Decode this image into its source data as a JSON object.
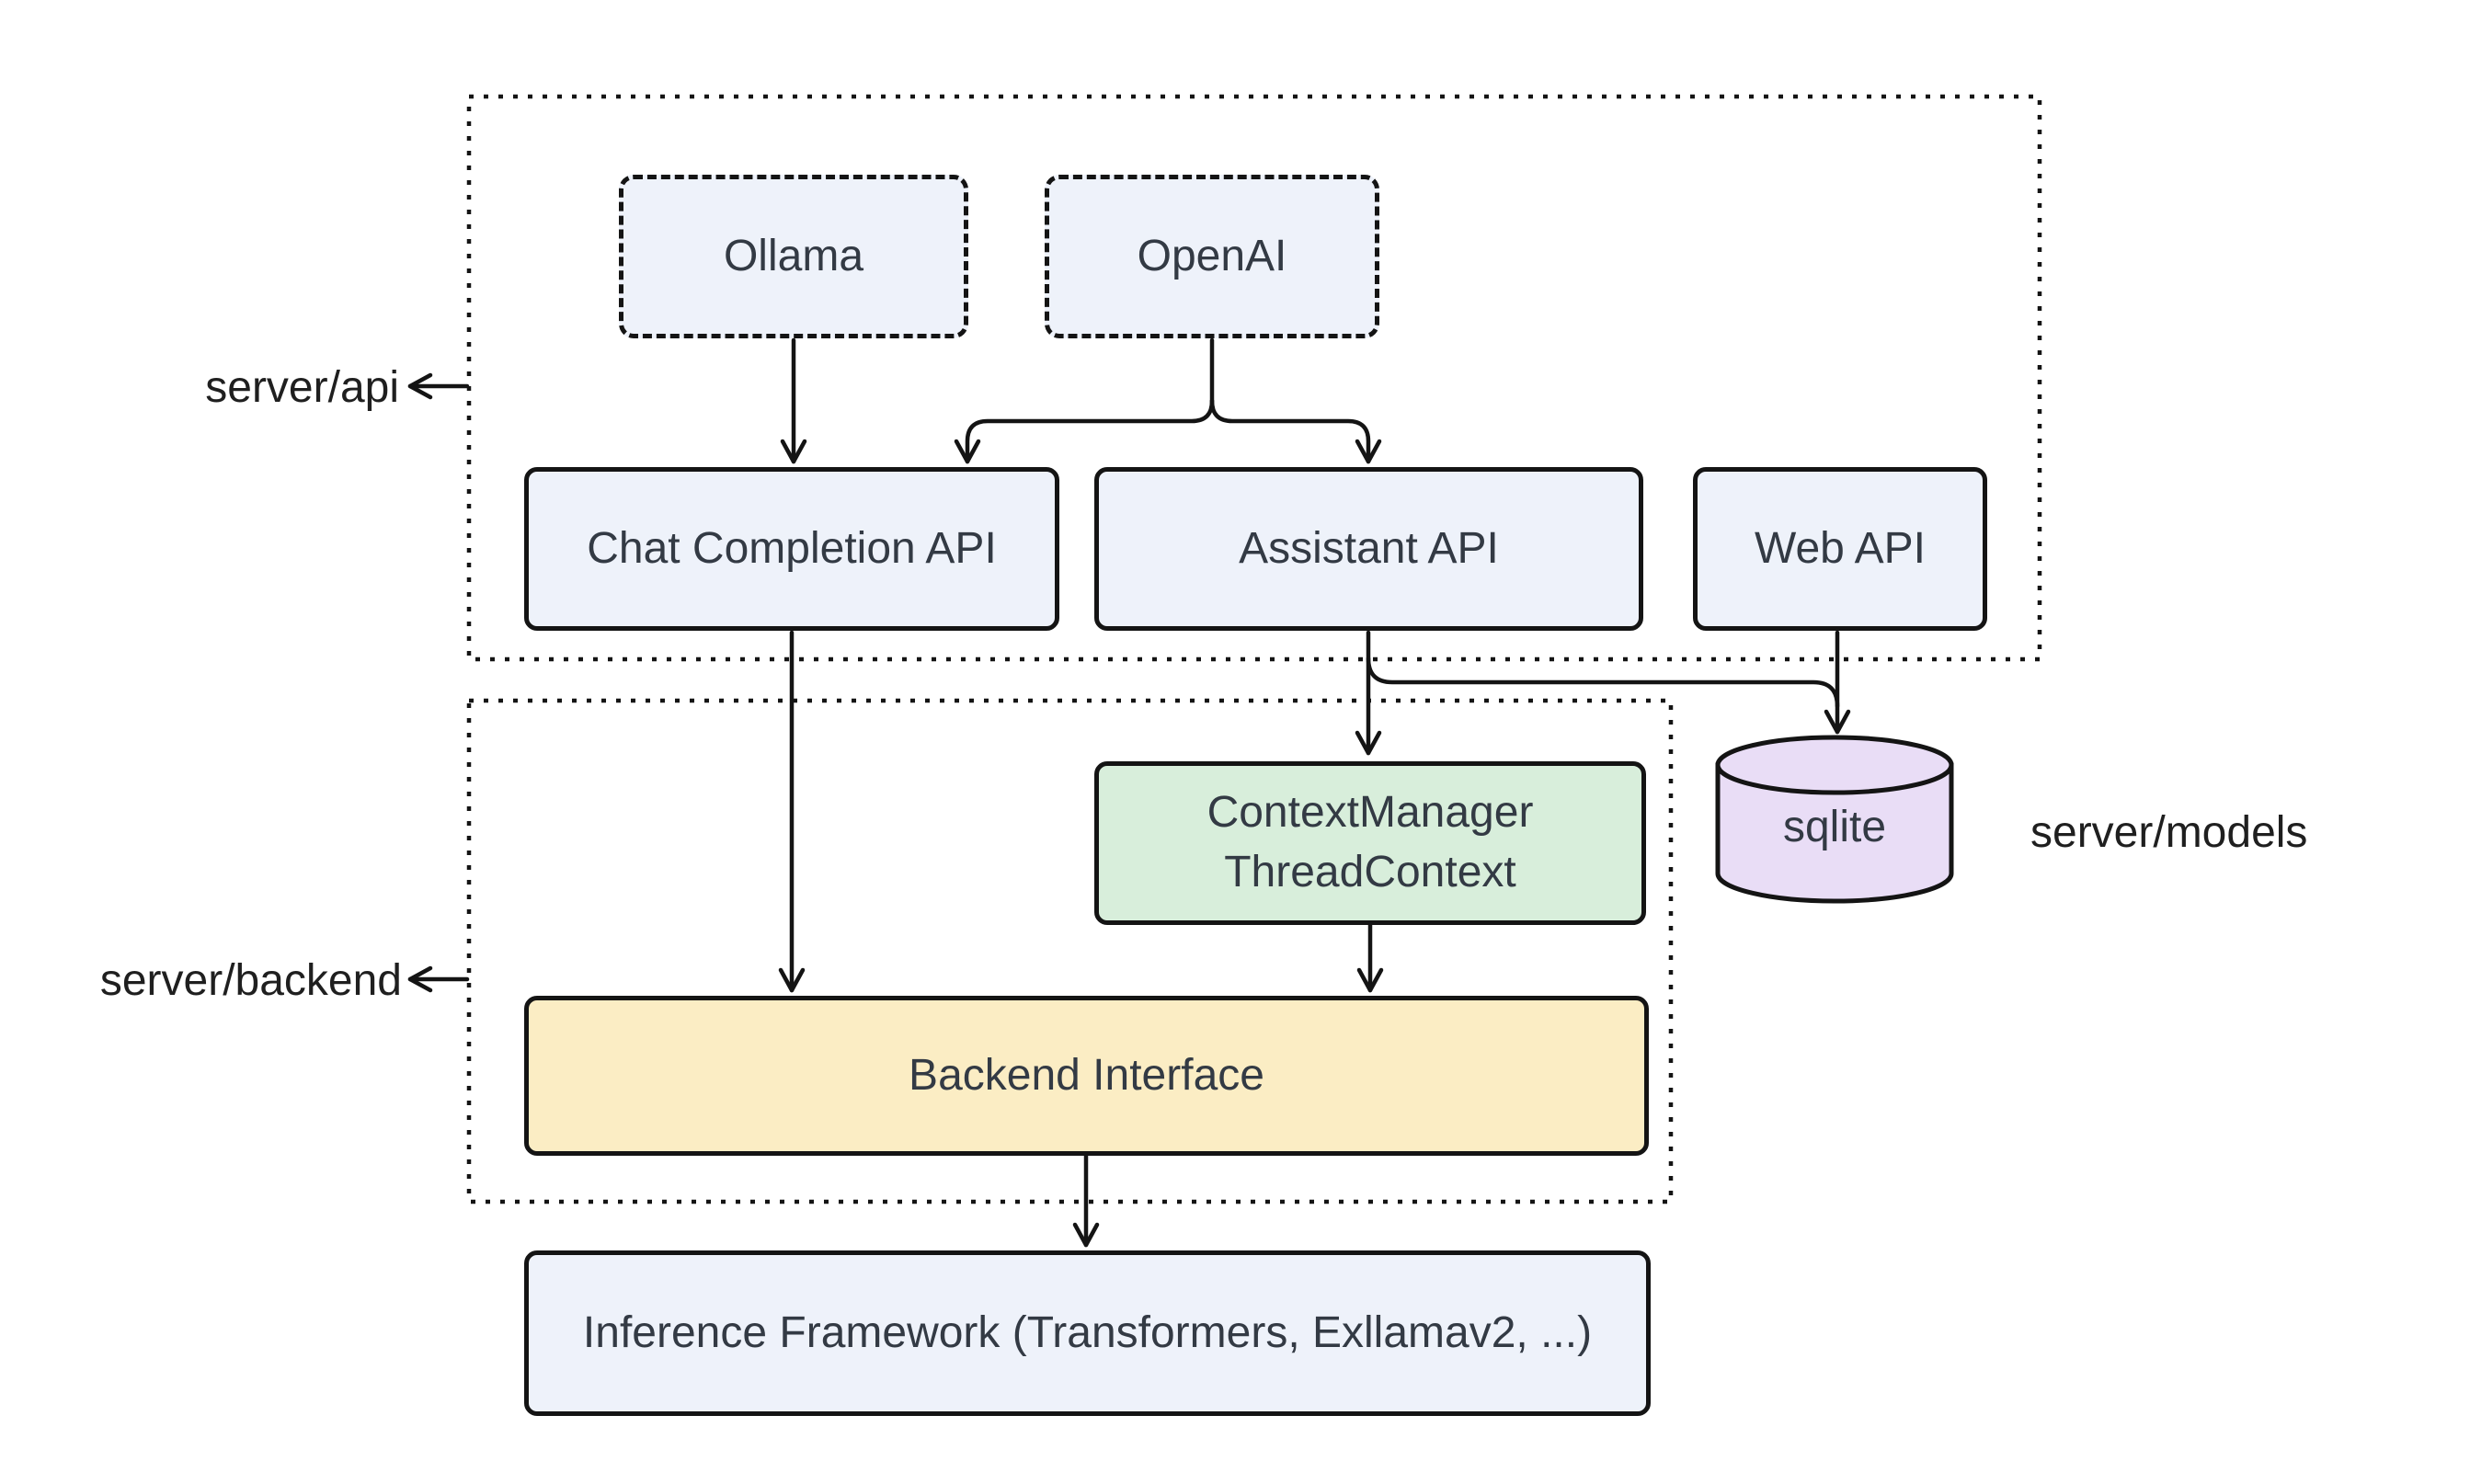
{
  "diagram": {
    "title_hint": "LLM server architecture diagram",
    "zones": {
      "api": {
        "label": "server/api"
      },
      "backend": {
        "label": "server/backend"
      },
      "models": {
        "label": "server/models"
      }
    },
    "nodes": {
      "ollama": {
        "label": "Ollama"
      },
      "openai": {
        "label": "OpenAI"
      },
      "chat_completion": {
        "label": "Chat Completion API"
      },
      "assistant_api": {
        "label": "Assistant API"
      },
      "web_api": {
        "label": "Web API"
      },
      "context_manager": {
        "line1": "ContextManager",
        "line2": "ThreadContext"
      },
      "sqlite": {
        "label": "sqlite"
      },
      "backend_interface": {
        "label": "Backend Interface"
      },
      "inference": {
        "label": "Inference Framework (Transformers, Exllamav2, ...)"
      }
    },
    "edges": [
      {
        "from": "Ollama",
        "to": "Chat Completion API"
      },
      {
        "from": "OpenAI",
        "to": "Chat Completion API"
      },
      {
        "from": "OpenAI",
        "to": "Assistant API"
      },
      {
        "from": "Chat Completion API",
        "to": "Backend Interface"
      },
      {
        "from": "Assistant API",
        "to": "ContextManager ThreadContext"
      },
      {
        "from": "Assistant API",
        "to": "sqlite"
      },
      {
        "from": "Web API",
        "to": "sqlite"
      },
      {
        "from": "ContextManager ThreadContext",
        "to": "Backend Interface"
      },
      {
        "from": "Backend Interface",
        "to": "Inference Framework"
      }
    ],
    "colors": {
      "node_blue": "#EEF2FA",
      "node_green": "#D8EEDB",
      "node_yellow": "#FBEDC4",
      "node_purple": "#E9DDF6",
      "border": "#141414",
      "node_text": "#333A44",
      "zone_text": "#1F1F1F",
      "background": "#FFFFFF"
    }
  }
}
